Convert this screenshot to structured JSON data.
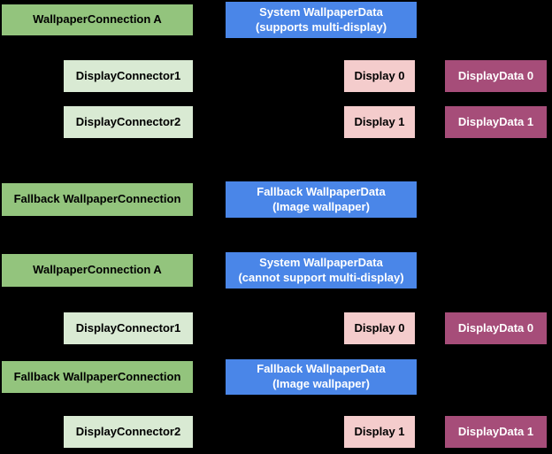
{
  "colors": {
    "background": "#000000",
    "connection_green": "#93c47d",
    "connector_light_green": "#d9ead3",
    "wallpaper_data_blue": "#4a86e8",
    "display_pink": "#f4cccc",
    "display_data_magenta": "#a64d79",
    "text_dark": "#000000",
    "text_light": "#ffffff"
  },
  "nodes": [
    {
      "label": "WallpaperConnection A"
    },
    {
      "label": "System WallpaperData",
      "sublabel": "(supports multi-display)"
    },
    {
      "label": "DisplayConnector1"
    },
    {
      "label": "Display 0"
    },
    {
      "label": "DisplayData 0"
    },
    {
      "label": "DisplayConnector2"
    },
    {
      "label": "Display 1"
    },
    {
      "label": "DisplayData 1"
    },
    {
      "label": "Fallback WallpaperConnection"
    },
    {
      "label": "Fallback WallpaperData",
      "sublabel": "(Image wallpaper)"
    },
    {
      "label": "WallpaperConnection A"
    },
    {
      "label": "System WallpaperData",
      "sublabel": "(cannot support multi-display)"
    },
    {
      "label": "DisplayConnector1"
    },
    {
      "label": "Display 0"
    },
    {
      "label": "DisplayData 0"
    },
    {
      "label": "Fallback WallpaperConnection"
    },
    {
      "label": "Fallback WallpaperData",
      "sublabel": "(Image wallpaper)"
    },
    {
      "label": "DisplayConnector2"
    },
    {
      "label": "Display 1"
    },
    {
      "label": "DisplayData 1"
    }
  ]
}
